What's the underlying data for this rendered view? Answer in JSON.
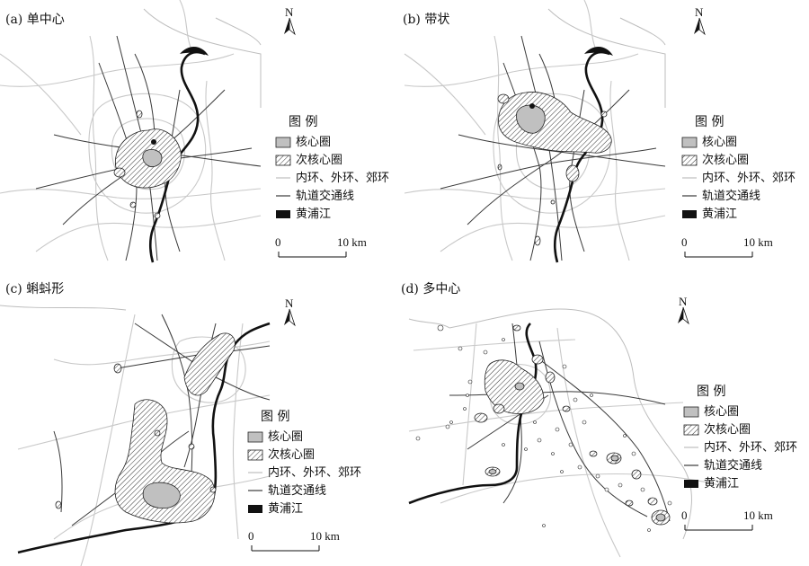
{
  "north_label": "N",
  "panels": [
    {
      "id": "a",
      "title": "(a) 单中心"
    },
    {
      "id": "b",
      "title": "(b) 带状"
    },
    {
      "id": "c",
      "title": "(c) 蝌蚪形"
    },
    {
      "id": "d",
      "title": "(d) 多中心"
    }
  ],
  "legend": {
    "title": "图 例",
    "items": [
      {
        "label": "核心圈",
        "symbol": "core"
      },
      {
        "label": "次核心圈",
        "symbol": "sub-core"
      },
      {
        "label": "内环、外环、郊环",
        "symbol": "ring-road"
      },
      {
        "label": "轨道交通线",
        "symbol": "rail"
      },
      {
        "label": "黄浦江",
        "symbol": "river"
      }
    ]
  },
  "scale": {
    "start": "0",
    "end": "10 km"
  },
  "colors": {
    "core": "#c0c0c0",
    "road": "#c8c8c8",
    "rail": "#3a3a3a",
    "river": "#111111"
  }
}
